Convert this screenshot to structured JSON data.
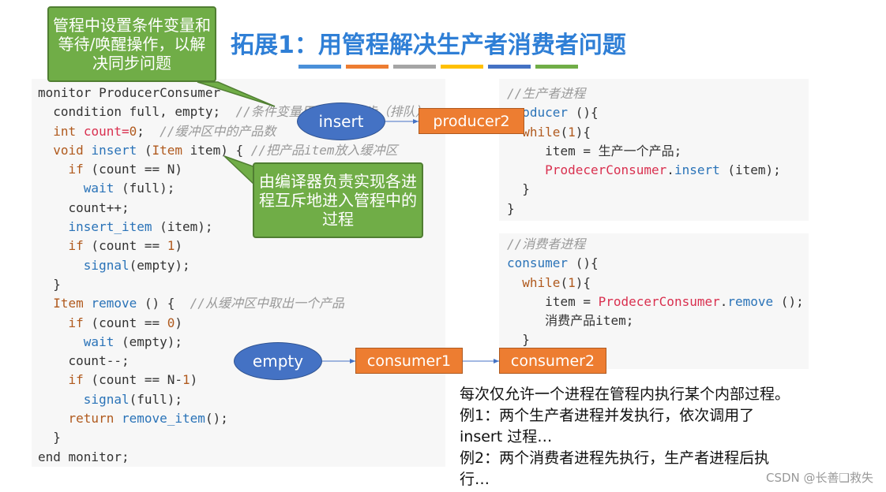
{
  "title": "拓展1：用管程解决生产者消费者问题",
  "colors": {
    "title": "#2f7fd6",
    "callout": "#70ad47",
    "ellipse": "#4472c4",
    "box": "#ed7d31",
    "bars": [
      "#4a90d9",
      "#ed7d31",
      "#a5a5a5",
      "#ffc000",
      "#4472c4",
      "#70ad47"
    ]
  },
  "callouts": {
    "top": "管程中设置条件变量和等待/唤醒操作，以解决同步问题",
    "middle": "由编译器负责实现各进程互斥地进入管程中的过程"
  },
  "diagram": {
    "insert": "insert",
    "producer2": "producer2",
    "empty": "empty",
    "consumer1": "consumer1",
    "consumer2": "consumer2"
  },
  "monitor_code": {
    "l1": "monitor ProducerConsumer",
    "l2a": "  condition full, empty;  ",
    "l2c": "//条件变量用来实现同步（排队）",
    "l3a": "int",
    "l3b": "count=",
    "l3n": "0",
    "l3c": "//缓冲区中的产品数",
    "l4a": "void",
    "l4b": "insert",
    "l4d": "Item",
    "l4e": " item) { ",
    "l4c": "//把产品item放入缓冲区",
    "l5": "if",
    "l5b": " (count == N)",
    "l6": "wait",
    "l6b": " (full);",
    "l7": "count++;",
    "l8": "insert_item",
    "l8b": " (item);",
    "l9": "if",
    "l9b": " (count == ",
    "l9n": "1",
    "l9c": ")",
    "l10": "signal",
    "l10b": "(empty);",
    "l11": "}",
    "l12a": "Item",
    "l12b": "remove",
    "l12e": " () {  ",
    "l12c": "//从缓冲区中取出一个产品",
    "l13": "if",
    "l13b": " (count == ",
    "l13n": "0",
    "l13c": ")",
    "l14": "wait",
    "l14b": " (empty);",
    "l15": "count--;",
    "l16": "if",
    "l16b": " (count == N-",
    "l16n": "1",
    "l16c": ")",
    "l17": "signal",
    "l17b": "(full);",
    "l18": "return",
    "l18b": "remove_item",
    "l18c": "();",
    "l19": "}",
    "l20": "end monitor;"
  },
  "producer_code": {
    "c1": "//生产者进程",
    "l1": "producer",
    "l1b": " (){",
    "l2": "while",
    "l2b": "(",
    "l2n": "1",
    "l2c": "){",
    "l3": "item = 生产一个产品;",
    "l4a": "ProdecerConsumer",
    "l4b": "insert",
    "l4c": " (item);",
    "l5": "}",
    "l6": "}"
  },
  "consumer_code": {
    "c1": "//消费者进程",
    "l1": "consumer",
    "l1b": " (){",
    "l2": "while",
    "l2b": "(",
    "l2n": "1",
    "l2c": "){",
    "l3a": "item = ",
    "l3b": "ProdecerConsumer",
    "l3c": "remove",
    "l3d": " ();",
    "l4": "消费产品item;",
    "l5": "}"
  },
  "note": {
    "p1": "每次仅允许一个进程在管程内执行某个内部过程。",
    "p2": "例1：两个生产者进程并发执行，依次调用了",
    "p3": "insert 过程…",
    "p4": "例2：两个消费者进程先执行，生产者进程后执",
    "p5": "行…"
  },
  "watermark": "CSDN @长善❑救失"
}
